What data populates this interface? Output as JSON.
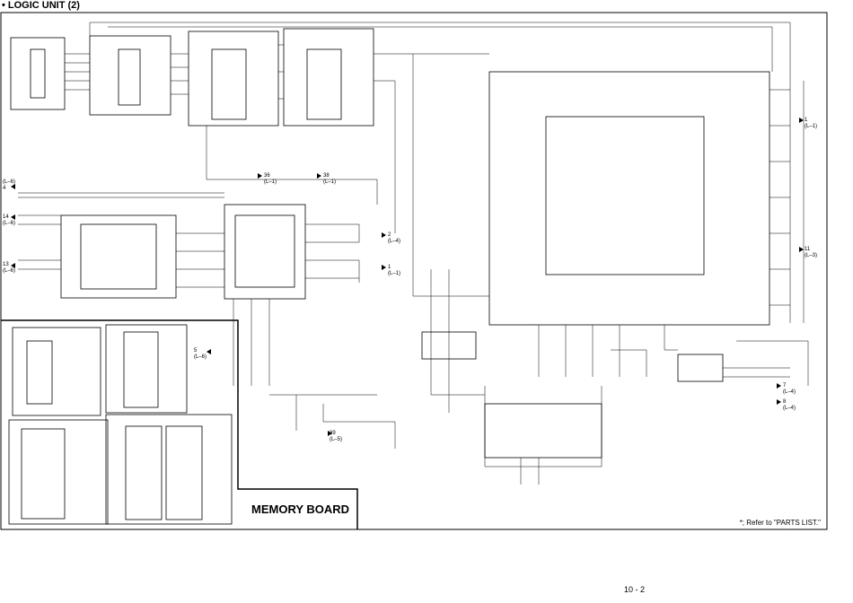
{
  "title": "• LOGIC UNIT (2)",
  "memory_board_label": "MEMORY BOARD",
  "footnote": "*; Refer to \"PARTS LIST.\"",
  "page_number": "10 - 2",
  "connector_refs": [
    {
      "num": "1",
      "ref": "(L–1)"
    },
    {
      "num": "11",
      "ref": "(L–3)"
    },
    {
      "num": "36",
      "ref": "(L–1)"
    },
    {
      "num": "38",
      "ref": "(L–1)"
    },
    {
      "num": "2",
      "ref": "(L–4)"
    },
    {
      "num": "1",
      "ref": "(L–1)"
    },
    {
      "num": "4",
      "ref": "(L–6)"
    },
    {
      "num": "14",
      "ref": "(L–6)"
    },
    {
      "num": "13",
      "ref": "(L–6)"
    },
    {
      "num": "5",
      "ref": "(L–6)"
    },
    {
      "num": "39",
      "ref": "(L–5)"
    },
    {
      "num": "7",
      "ref": "(L–4)"
    },
    {
      "num": "8",
      "ref": "(L–4)"
    }
  ]
}
